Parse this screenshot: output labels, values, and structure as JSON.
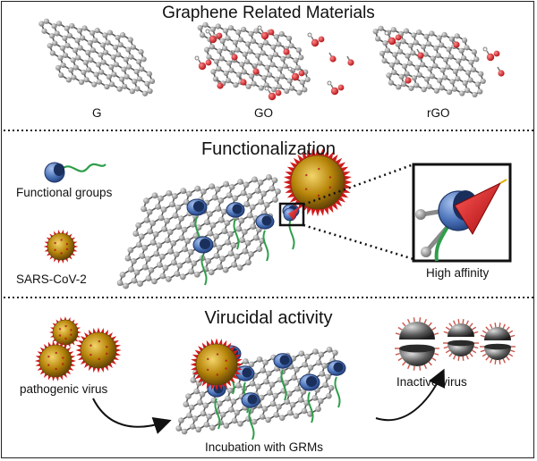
{
  "figure": {
    "section1": {
      "title": "Graphene Related Materials",
      "items": [
        "G",
        "GO",
        "rGO"
      ]
    },
    "section2": {
      "title": "Functionalization",
      "legend_functional_groups": "Functional groups",
      "legend_virus": "SARS-CoV-2",
      "inset_label": "High affinity"
    },
    "section3": {
      "title": "Virucidal activity",
      "pathogenic_label": "pathogenic virus",
      "incubation_label": "Incubation with GRMs",
      "inactive_label": "Inactive virus"
    },
    "colors": {
      "carbon": "#9a9a9a",
      "oxygen": "#e0161e",
      "functional_group": "#4a72b8",
      "linker": "#2f9e4a",
      "virus_core": "#b8860b",
      "spike": "#d01c1c",
      "inactive_virus": "#555555"
    }
  }
}
